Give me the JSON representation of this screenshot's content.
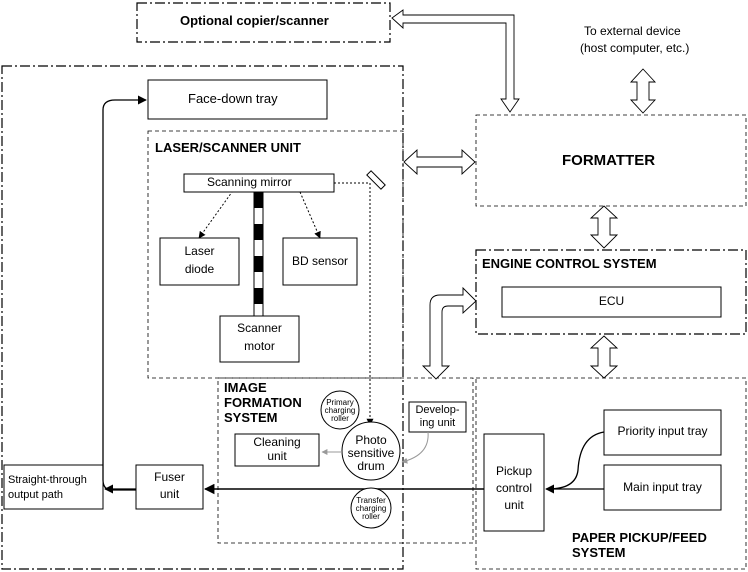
{
  "diagram": {
    "optional_copier": "Optional copier/scanner",
    "to_external_line1": "To external device",
    "to_external_line2": "(host computer, etc.)",
    "face_down_tray": "Face-down tray",
    "laser_scanner_unit": "LASER/SCANNER UNIT",
    "scanning_mirror": "Scanning mirror",
    "laser_diode_line1": "Laser",
    "laser_diode_line2": "diode",
    "bd_sensor": "BD sensor",
    "scanner_motor_line1": "Scanner",
    "scanner_motor_line2": "motor",
    "formatter": "FORMATTER",
    "engine_control_system": "ENGINE CONTROL SYSTEM",
    "ecu": "ECU",
    "image_formation_line1": "IMAGE",
    "image_formation_line2": "FORMATION",
    "image_formation_line3": "SYSTEM",
    "primary_charging_line1": "Primary",
    "primary_charging_line2": "charging",
    "primary_charging_line3": "roller",
    "developing_unit_line1": "Develop-",
    "developing_unit_line2": "ing unit",
    "cleaning_unit_line1": "Cleaning",
    "cleaning_unit_line2": "unit",
    "drum_line1": "Photo",
    "drum_line2": "sensitive",
    "drum_line3": "drum",
    "transfer_roller_line1": "Transfer",
    "transfer_roller_line2": "charging",
    "transfer_roller_line3": "roller",
    "fuser_line1": "Fuser",
    "fuser_line2": "unit",
    "straight_through_line1": "Straight-through",
    "straight_through_line2": "output path",
    "pickup_control_line1": "Pickup",
    "pickup_control_line2": "control",
    "pickup_control_line3": "unit",
    "priority_input_tray": "Priority input tray",
    "main_input_tray": "Main input tray",
    "paper_pickup_line1": "PAPER PICKUP/FEED",
    "paper_pickup_line2": "SYSTEM"
  }
}
